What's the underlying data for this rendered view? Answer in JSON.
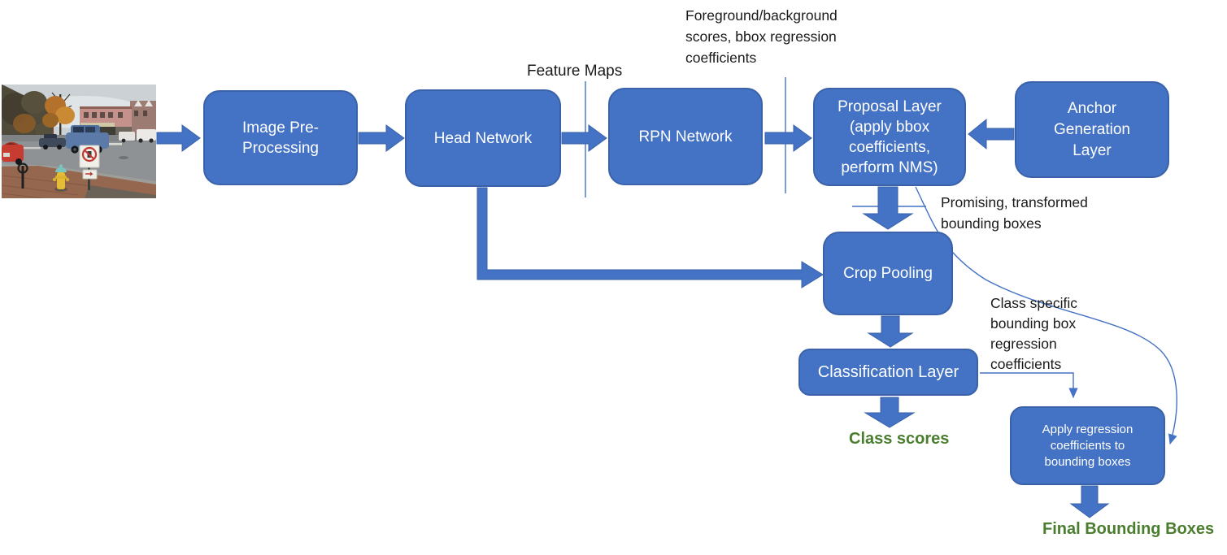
{
  "nodes": {
    "preprocessing": "Image Pre-\nProcessing",
    "head": "Head Network",
    "rpn": "RPN Network",
    "proposal": "Proposal Layer\n(apply bbox\ncoefficients,\nperform NMS)",
    "anchor": "Anchor\nGeneration\nLayer",
    "crop": "Crop Pooling",
    "classification": "Classification Layer",
    "apply_regression": "Apply regression\ncoefficients to\nbounding boxes"
  },
  "annotations": {
    "feature_maps": "Feature Maps",
    "fg_bg_scores": "Foreground/background\nscores, bbox regression\ncoefficients",
    "promising_boxes": "Promising, transformed\nbounding boxes",
    "class_specific": "Class specific\nbounding box\nregression\ncoefficients"
  },
  "outputs": {
    "class_scores": "Class scores",
    "final_boxes": "Final Bounding Boxes"
  },
  "colors": {
    "node_fill": "#4472C4",
    "node_border": "#3A62A9",
    "node_text": "#FFFFFF",
    "arrow_fill": "#4472C4",
    "connector": "#4472C4",
    "label_text": "#1A1A1A",
    "output_text": "#4A7D2E"
  }
}
